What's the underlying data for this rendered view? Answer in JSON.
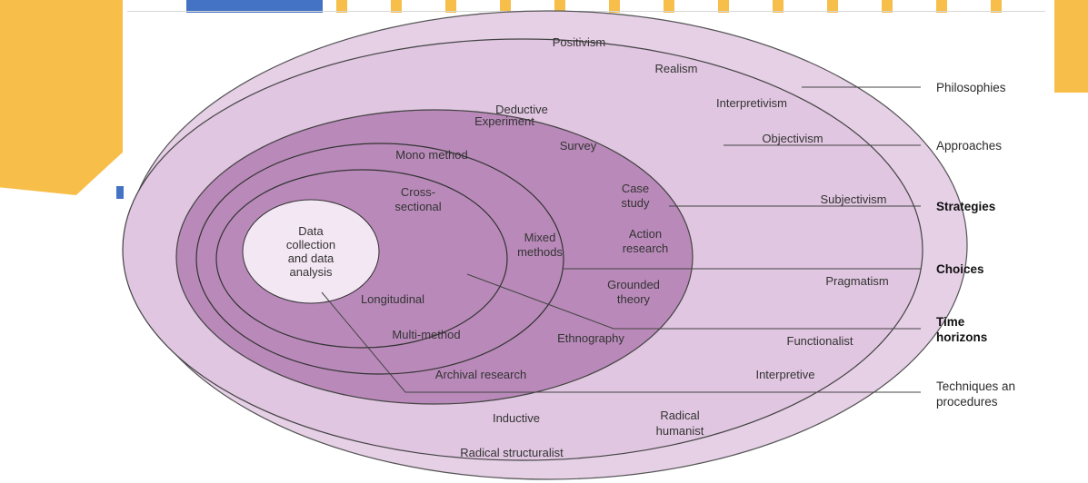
{
  "colors": {
    "outer_ring": "#E6D0E6",
    "middle_ring": "#D9BCD9",
    "inner_ring": "#B98AB9",
    "core": "#F3E7F3",
    "ring_stroke": "#444444",
    "deco_yellow": "#F7BE4A",
    "deco_blue": "#4472C4"
  },
  "diagram": {
    "philosophies": {
      "positivism": "Positivism",
      "realism": "Realism",
      "interpretivism": "Interpretivism",
      "objectivism": "Objectivism",
      "subjectivism": "Subjectivism",
      "pragmatism": "Pragmatism",
      "functionalist": "Functionalist",
      "interpretive": "Interpretive",
      "radical_humanist_1": "Radical",
      "radical_humanist_2": "humanist",
      "radical_structuralist": "Radical structuralist"
    },
    "approaches": {
      "deductive": "Deductive",
      "inductive": "Inductive"
    },
    "strategies": {
      "experiment": "Experiment",
      "survey": "Survey",
      "case_study_1": "Case",
      "case_study_2": "study",
      "action_research_1": "Action",
      "action_research_2": "research",
      "grounded_theory_1": "Grounded",
      "grounded_theory_2": "theory",
      "ethnography": "Ethnography",
      "archival_research": "Archival research"
    },
    "choices": {
      "mono_method": "Mono method",
      "mixed_methods_1": "Mixed",
      "mixed_methods_2": "methods",
      "multi_method": "Multi-method"
    },
    "time_horizons": {
      "cross_sectional_1": "Cross-",
      "cross_sectional_2": "sectional",
      "longitudinal": "Longitudinal"
    },
    "core": {
      "line1": "Data",
      "line2": "collection",
      "line3": "and data",
      "line4": "analysis"
    }
  },
  "legend": {
    "philosophies": "Philosophies",
    "approaches": "Approaches",
    "strategies": "Strategies",
    "choices": "Choices",
    "time_horizons_1": "Time",
    "time_horizons_2": "horizons",
    "techniques_1": "Techniques an",
    "techniques_2": "procedures"
  }
}
